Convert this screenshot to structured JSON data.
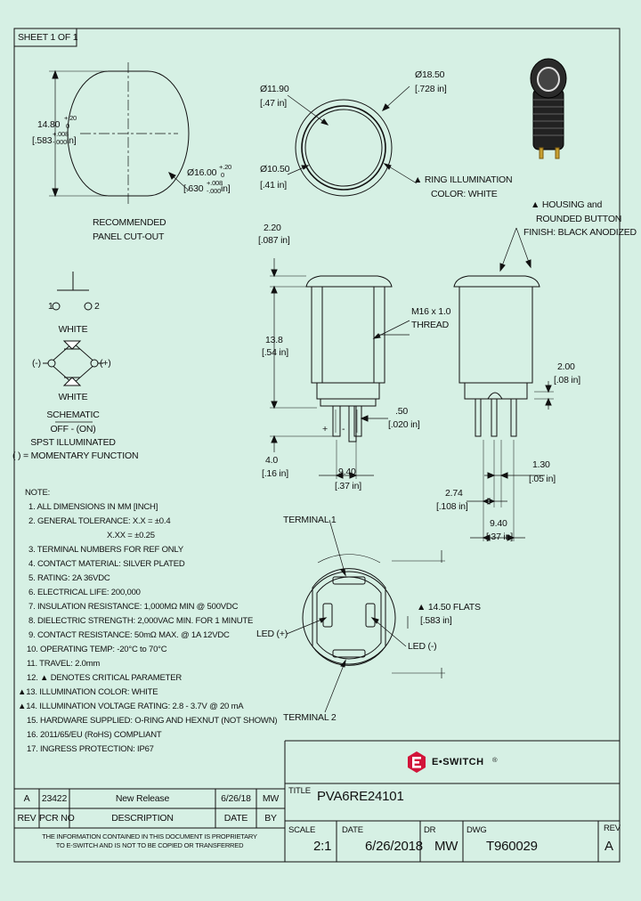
{
  "sheet_label": "SHEET 1 OF 1",
  "panel_cutout": {
    "height_dim": "14.80",
    "height_tol_plus": "+.20",
    "height_tol_minus": "0",
    "height_in": "[.583",
    "height_in_tol_plus": "+.008",
    "height_in_tol_minus": "-.000",
    "height_in_unit": "in]",
    "width_dim": "Ø16.00",
    "width_tol_plus": "+.20",
    "width_tol_minus": "0",
    "width_in": "[.630",
    "width_in_tol_plus": "+.008",
    "width_in_tol_minus": "-.000",
    "width_in_unit": "in]",
    "caption_1": "RECOMMENDED",
    "caption_2": "PANEL CUT-OUT"
  },
  "top_view": {
    "outer_dim": "Ø18.50",
    "outer_in": "[.728 in]",
    "inner_dim": "Ø11.90",
    "inner_in": "[.47 in]",
    "lens_dim": "Ø10.50",
    "lens_in": "[.41 in]",
    "ring_note_1": "▲ RING ILLUMINATION",
    "ring_note_2": "COLOR: WHITE"
  },
  "schematic": {
    "pin1": "1",
    "pin2": "2",
    "led_top_label": "WHITE",
    "led_bottom_label": "WHITE",
    "minus": "(-)",
    "plus": "(+)",
    "title": "SCHEMATIC",
    "line_1": "OFF - (ON)",
    "line_2": "SPST ILLUMINATED",
    "line_3": "( ) = MOMENTARY FUNCTION"
  },
  "side_view": {
    "cap_dim": "2.20",
    "cap_in": "[.087 in]",
    "body_dim": "13.8",
    "body_in": "[.54 in]",
    "thread_1": "M16 x 1.0",
    "thread_2": "THREAD",
    "term_w_dim": ".50",
    "term_w_in": "[.020 in]",
    "term_len_dim": "4.0",
    "term_len_in": "[.16 in]",
    "term_span_dim": "9.40",
    "term_span_in": "[.37 in]",
    "plus_sign": "+",
    "minus_sign": "-"
  },
  "side_view_2": {
    "housing_1": "▲ HOUSING and",
    "housing_2": "ROUNDED BUTTON",
    "housing_3": "FINISH: BLACK ANODIZED",
    "led_h_dim": "2.00",
    "led_h_in": "[.08 in]",
    "pin_w_dim": "1.30",
    "pin_w_in": "[.05 in]",
    "pin_off_dim": "2.74",
    "pin_off_in": "[.108 in]",
    "pin_span_dim": "9.40",
    "pin_span_in": "[.37 in]"
  },
  "bottom_view": {
    "terminal_1": "TERMINAL 1",
    "terminal_2": "TERMINAL 2",
    "led_plus": "LED (+)",
    "led_minus": "LED (-)",
    "flats_dim": "▲ 14.50  FLATS",
    "flats_in": "[.583 in]"
  },
  "notes": [
    "NOTE:",
    "1. ALL DIMENSIONS IN MM [INCH]",
    "2. GENERAL TOLERANCE: X.X = ±0.4",
    "X.XX = ±0.25",
    "3. TERMINAL NUMBERS FOR REF ONLY",
    "4. CONTACT MATERIAL: SILVER PLATED",
    "5. RATING: 2A 36VDC",
    "6. ELECTRICAL LIFE: 200,000",
    "7. INSULATION RESISTANCE: 1,000MΩ MIN @ 500VDC",
    "8. DIELECTRIC STRENGTH: 2,000VAC MIN. FOR 1 MINUTE",
    "9. CONTACT RESISTANCE: 50mΩ MAX. @ 1A 12VDC",
    "10. OPERATING TEMP: -20°C to 70°C",
    "11. TRAVEL: 2.0mm",
    "12. ▲ DENOTES CRITICAL PARAMETER",
    "▲13. ILLUMINATION COLOR: WHITE",
    "▲14. ILLUMINATION VOLTAGE RATING: 2.8 - 3.7V @ 20 mA",
    "15. HARDWARE SUPPLIED: O-RING AND HEXNUT (NOT SHOWN)",
    "16. 2011/65/EU (RoHS) COMPLIANT",
    "17. INGRESS PROTECTION: IP67"
  ],
  "revision_table": {
    "row": [
      "A",
      "23422",
      "New Release",
      "6/26/18",
      "MW"
    ],
    "headers": [
      "REV",
      "PCR NO",
      "DESCRIPTION",
      "DATE",
      "BY"
    ]
  },
  "disclaimer_1": "THE INFORMATION CONTAINED IN THIS DOCUMENT IS PROPRIETARY",
  "disclaimer_2": "TO E-SWITCH AND IS NOT TO BE COPIED OR TRANSFERRED",
  "title_block": {
    "brand": "E•SWITCH",
    "brand_reg": "®",
    "title_label": "TITLE",
    "title": "PVA6RE24101",
    "scale_label": "SCALE",
    "scale": "2:1",
    "date_label": "DATE",
    "date": "6/26/2018",
    "dr_label": "DR",
    "dr": "MW",
    "dwg_label": "DWG",
    "dwg": "T960029",
    "rev_label": "REV",
    "rev": "A"
  },
  "colors": {
    "background": "#d6f0e4",
    "ink": "#111111",
    "brand_red": "#d2143a"
  }
}
